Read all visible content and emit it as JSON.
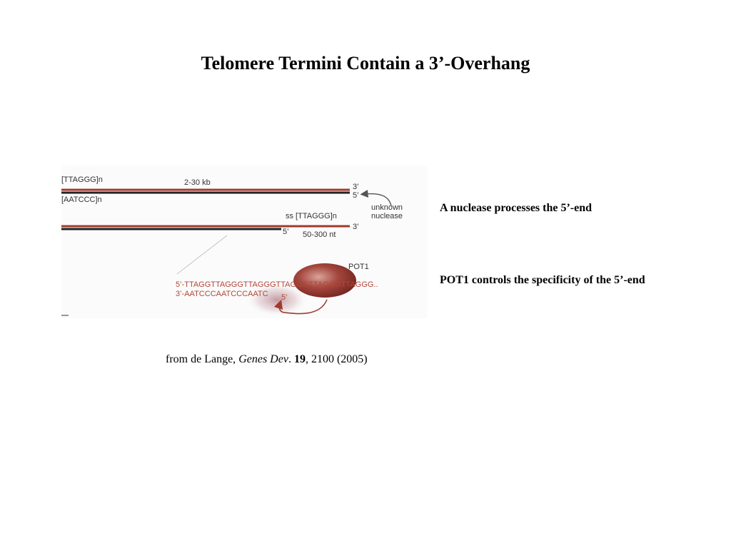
{
  "slide": {
    "title": "Telomere Termini Contain a 3’-Overhang"
  },
  "figure": {
    "duplex": {
      "top_strand_label": "[TTAGGG]n",
      "bottom_strand_label": "[AATCCC]n",
      "length_label": "2-30 kb",
      "end_3_label": "3’",
      "end_5_label": "5’"
    },
    "nuclease": {
      "label_line1": "unknown",
      "label_line2": "nuclease"
    },
    "overhang": {
      "ss_label": "ss [TTAGGG]n",
      "end_5_label": "5’",
      "end_3_label": "3’",
      "length_label": "50-300 nt"
    },
    "pot1": {
      "label": "POT1",
      "seq_top": "5’-TTAGGTTAGGGTTAGGGTTAGGGTTAGGGTTAGGG..",
      "seq_bottom": "3’-AATCCCAATCCCAATC",
      "seq_bottom_end": "5’"
    },
    "colors": {
      "strand_red": "#a23a2e",
      "strand_dark": "#222222",
      "pot1_fill": "#9e3a33",
      "shadow": "#c9a9b0"
    }
  },
  "notes": {
    "nuclease": "A nuclease processes the 5’-end",
    "pot1": "POT1 controls the specificity of the 5’-end"
  },
  "citation": {
    "prefix": "from de Lange, ",
    "journal": "Genes Dev",
    "dot": ". ",
    "volume": "19",
    "rest": ", 2100 (2005)"
  }
}
